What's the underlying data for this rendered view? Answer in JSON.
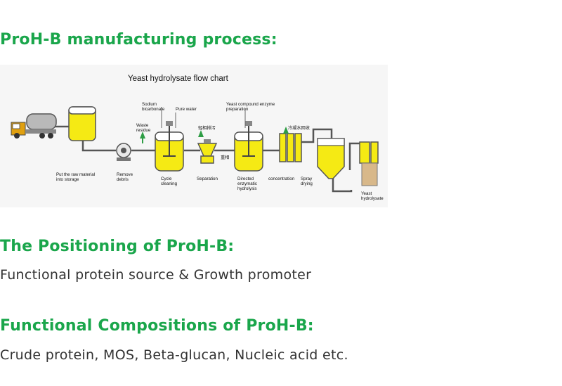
{
  "section_process": {
    "heading": "ProH-B manufacturing process:"
  },
  "flowchart": {
    "title": "Yeast hydrolysate flow chart",
    "labels": {
      "storage": [
        "Put the raw material",
        "into storage"
      ],
      "debris": [
        "Remove",
        "debris"
      ],
      "cleaning": [
        "Cycle",
        "cleaning"
      ],
      "separation": "Separation",
      "enzymatic": [
        "Directed",
        "enzymatic",
        "hydrolysis"
      ],
      "concentration": "concentration",
      "drying": [
        "Spray",
        "drying"
      ],
      "product": [
        "Yeast",
        "hydrolysate"
      ],
      "sodium": [
        "Sodium",
        "bicarbonate"
      ],
      "pure_water": "Pure water",
      "waste": [
        "Waste",
        "residue"
      ],
      "enzyme": [
        "Yeast compound enzyme",
        "preparation"
      ],
      "cn_waste": "轻相排污",
      "cn_heavy": "重相",
      "cn_cooling": "冷凝水回收"
    },
    "colors": {
      "tank": "#f5ea14",
      "pipe": "#555555",
      "arrow": "#2e9d45"
    }
  },
  "section_positioning": {
    "heading": "The Positioning of ProH-B:",
    "text": "Functional protein source & Growth promoter"
  },
  "section_compositions": {
    "heading": "Functional Compositions of ProH-B:",
    "text": "Crude protein, MOS, Beta-glucan, Nucleic acid etc."
  }
}
